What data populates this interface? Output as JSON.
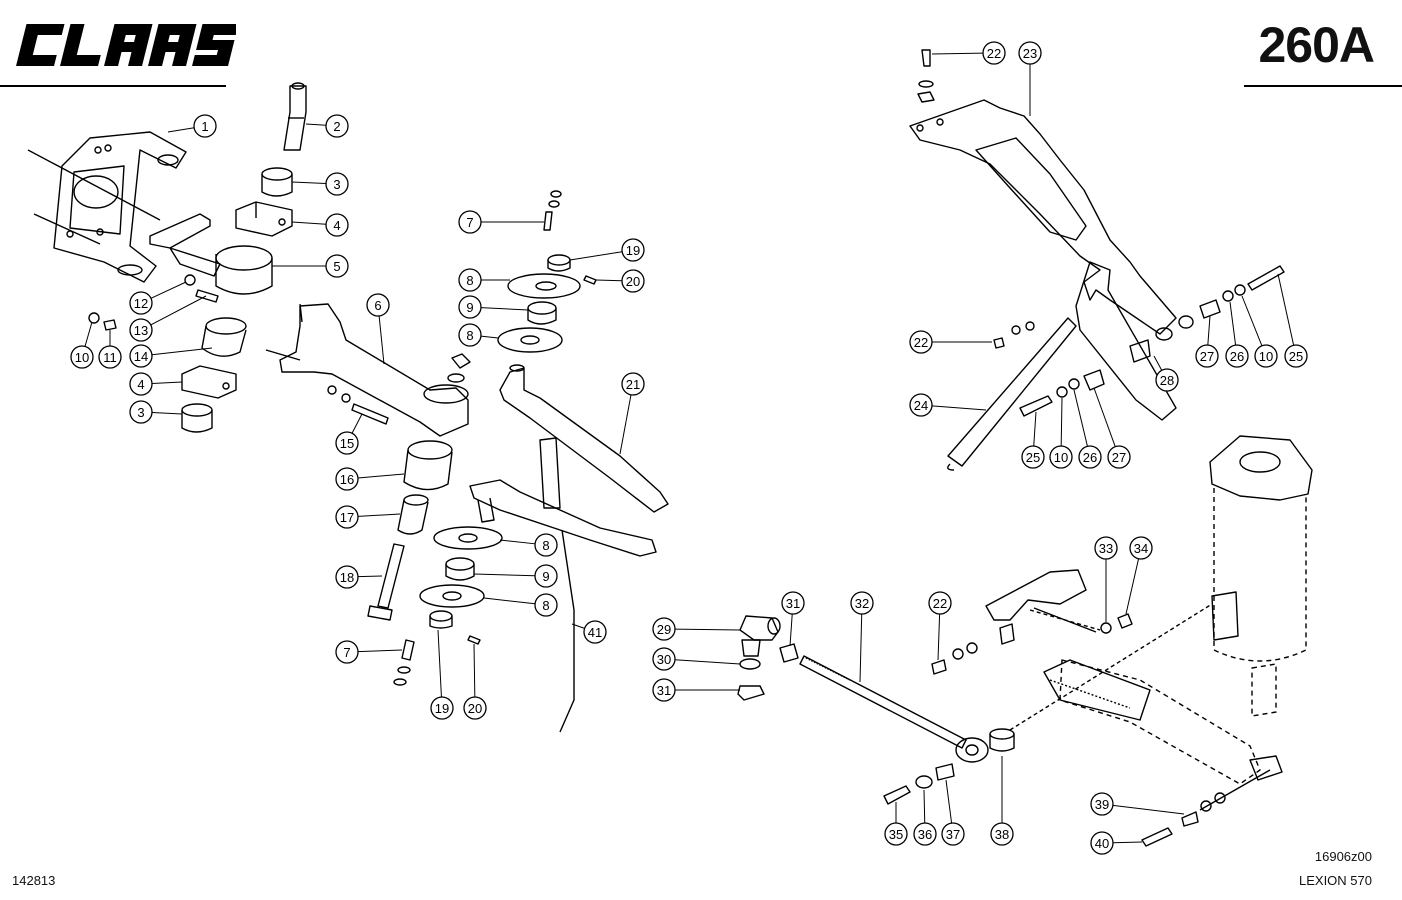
{
  "header": {
    "brand": "CLAAS",
    "page_code": "260A"
  },
  "footer": {
    "doc_number": "142813",
    "reference_code": "16906z00",
    "model": "LEXION 570"
  },
  "callouts": [
    {
      "id": "c1",
      "label": "1"
    },
    {
      "id": "c2",
      "label": "2"
    },
    {
      "id": "c3a",
      "label": "3"
    },
    {
      "id": "c4a",
      "label": "4"
    },
    {
      "id": "c5",
      "label": "5"
    },
    {
      "id": "c12",
      "label": "12"
    },
    {
      "id": "c13",
      "label": "13"
    },
    {
      "id": "c14",
      "label": "14"
    },
    {
      "id": "c10a",
      "label": "10"
    },
    {
      "id": "c11",
      "label": "11"
    },
    {
      "id": "c4b",
      "label": "4"
    },
    {
      "id": "c3b",
      "label": "3"
    },
    {
      "id": "c6",
      "label": "6"
    },
    {
      "id": "c15",
      "label": "15"
    },
    {
      "id": "c16",
      "label": "16"
    },
    {
      "id": "c17",
      "label": "17"
    },
    {
      "id": "c18",
      "label": "18"
    },
    {
      "id": "c7a",
      "label": "7"
    },
    {
      "id": "c7b",
      "label": "7"
    },
    {
      "id": "c8a",
      "label": "8"
    },
    {
      "id": "c9a",
      "label": "9"
    },
    {
      "id": "c8b",
      "label": "8"
    },
    {
      "id": "c19a",
      "label": "19"
    },
    {
      "id": "c20a",
      "label": "20"
    },
    {
      "id": "c21",
      "label": "21"
    },
    {
      "id": "c8c",
      "label": "8"
    },
    {
      "id": "c9b",
      "label": "9"
    },
    {
      "id": "c8d",
      "label": "8"
    },
    {
      "id": "c41",
      "label": "41"
    },
    {
      "id": "c19b",
      "label": "19"
    },
    {
      "id": "c20b",
      "label": "20"
    },
    {
      "id": "c22a",
      "label": "22"
    },
    {
      "id": "c23",
      "label": "23"
    },
    {
      "id": "c22b",
      "label": "22"
    },
    {
      "id": "c24",
      "label": "24"
    },
    {
      "id": "c25a",
      "label": "25"
    },
    {
      "id": "c10b",
      "label": "10"
    },
    {
      "id": "c26a",
      "label": "26"
    },
    {
      "id": "c27a",
      "label": "27"
    },
    {
      "id": "c28",
      "label": "28"
    },
    {
      "id": "c27b",
      "label": "27"
    },
    {
      "id": "c26b",
      "label": "26"
    },
    {
      "id": "c10c",
      "label": "10"
    },
    {
      "id": "c25b",
      "label": "25"
    },
    {
      "id": "c29",
      "label": "29"
    },
    {
      "id": "c30",
      "label": "30"
    },
    {
      "id": "c31a",
      "label": "31"
    },
    {
      "id": "c31b",
      "label": "31"
    },
    {
      "id": "c32",
      "label": "32"
    },
    {
      "id": "c22c",
      "label": "22"
    },
    {
      "id": "c33",
      "label": "33"
    },
    {
      "id": "c34",
      "label": "34"
    },
    {
      "id": "c35",
      "label": "35"
    },
    {
      "id": "c36",
      "label": "36"
    },
    {
      "id": "c37",
      "label": "37"
    },
    {
      "id": "c38",
      "label": "38"
    },
    {
      "id": "c39",
      "label": "39"
    },
    {
      "id": "c40",
      "label": "40"
    }
  ]
}
